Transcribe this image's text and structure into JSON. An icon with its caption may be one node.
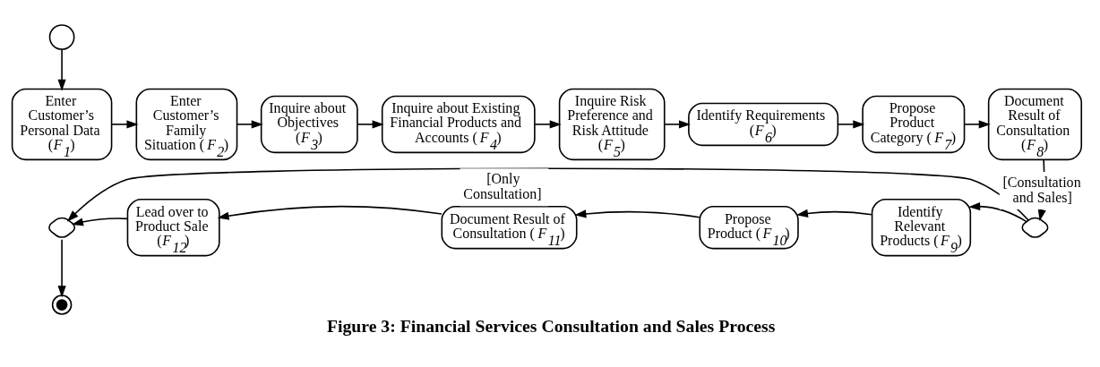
{
  "diagram": {
    "caption": "Figure 3: Financial Services Consultation and Sales Process",
    "nodes": [
      {
        "text": [],
        "shape": "circle"
      },
      {
        "text": [
          "Enter Customer’s Personal Data (*F*$_{1}$)"
        ]
      },
      {
        "text": [
          "Enter Customer’s Family Situation (*F*$_{2}$)"
        ]
      },
      {
        "text": [
          "Inquire about Objectives (*F*$_{3}$)"
        ]
      },
      {
        "text": [
          "Inquire about Existing Financial Products and Accounts (*F*$_{4}$)"
        ]
      },
      {
        "text": [
          "Inquire Risk Preference and Risk Attitude (*F*$_{5}$)"
        ]
      },
      {
        "text": [
          "Identify Requirements (*F*$_{6}$)"
        ]
      },
      {
        "text": [
          "Propose Product Category (*F*$_{7}$)"
        ]
      },
      {
        "text": [
          "Document Result of Consultation (*F*$_{8}$)"
        ]
      },
      {
        "text": [],
        "shape": "diamond"
      },
      {
        "text": [
          "Identify Relevant Products (*F*$_{9}$)"
        ]
      },
      {
        "text": [
          "Propose Product (*F*$_{10}$)"
        ]
      },
      {
        "text": [
          "Document Result of Consultation (*F*$_{11}$)"
        ]
      },
      {
        "text": [
          "Lead over to Product Sale (*F*$_{12}$)"
        ]
      },
      {
        "text": [],
        "shape": "diamond"
      },
      {
        "text": [],
        "shape": "circle"
      }
    ],
    "edges": [
      {
        "from": 0,
        "to": 1,
        "arrow": "to"
      },
      {
        "from": 1,
        "to": 2,
        "arrow": "to"
      },
      {
        "from": 2,
        "to": 3,
        "arrow": "to"
      },
      {
        "from": 3,
        "to": 4,
        "arrow": "to"
      },
      {
        "from": 4,
        "to": 5,
        "arrow": "to"
      },
      {
        "from": 5,
        "to": 6,
        "arrow": "to"
      },
      {
        "from": 6,
        "to": 7,
        "arrow": "to"
      },
      {
        "from": 7,
        "to": 8,
        "arrow": "to"
      },
      {
        "from": 8,
        "to": 14,
        "arrow": "to"
      },
      {
        "from": 14,
        "to": 9,
        "arrow": "to",
        "label": "[Only Consultation]"
      },
      {
        "from": 14,
        "to": 10,
        "arrow": "to",
        "label": "[Consultation and Sales]"
      },
      {
        "from": 10,
        "to": 11,
        "arrow": "to"
      },
      {
        "from": 11,
        "to": 12,
        "arrow": "to"
      },
      {
        "from": 12,
        "to": 13,
        "arrow": "to"
      },
      {
        "from": 13,
        "to": 9,
        "arrow": "to"
      },
      {
        "from": 9,
        "to": 15,
        "arrow": "to"
      }
    ]
  }
}
